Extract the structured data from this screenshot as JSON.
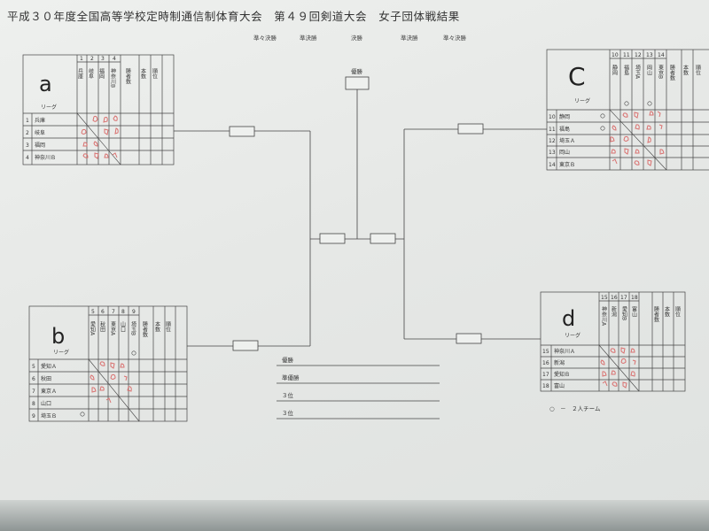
{
  "title": "平成３０年度全国高等学校定時制通信制体育大会　第４９回剣道大会　女子団体戦結果",
  "rounds": [
    "準々決勝",
    "準決勝",
    "決勝",
    "準決勝",
    "準々決勝"
  ],
  "final_label": "優勝",
  "league_label": "リーグ",
  "score_headers": [
    "勝者数",
    "本数",
    "順位"
  ],
  "leagues": {
    "a": {
      "letter": "a",
      "teams": [
        {
          "no": "1",
          "name": "兵庫",
          "vname": "兵庫"
        },
        {
          "no": "2",
          "name": "岐阜",
          "vname": "岐阜"
        },
        {
          "no": "3",
          "name": "福岡",
          "vname": "福岡"
        },
        {
          "no": "4",
          "name": "神奈川Ｂ",
          "vname": "神奈川B"
        }
      ]
    },
    "b": {
      "letter": "b",
      "teams": [
        {
          "no": "5",
          "name": "愛知Ａ",
          "vname": "愛知A"
        },
        {
          "no": "6",
          "name": "秋田",
          "vname": "秋田"
        },
        {
          "no": "7",
          "name": "東京Ａ",
          "vname": "東京A"
        },
        {
          "no": "8",
          "name": "山口",
          "vname": "山口"
        },
        {
          "no": "9",
          "name": "埼玉Ｂ",
          "vname": "埼玉B"
        }
      ]
    },
    "c": {
      "letter": "C",
      "teams": [
        {
          "no": "10",
          "name": "静岡",
          "vname": "静岡"
        },
        {
          "no": "11",
          "name": "福島",
          "vname": "福島"
        },
        {
          "no": "12",
          "name": "埼玉Ａ",
          "vname": "埼玉A"
        },
        {
          "no": "13",
          "name": "岡山",
          "vname": "岡山"
        },
        {
          "no": "14",
          "name": "東京Ｂ",
          "vname": "東京B"
        }
      ]
    },
    "d": {
      "letter": "d",
      "teams": [
        {
          "no": "15",
          "name": "神奈川Ａ",
          "vname": "神奈川A"
        },
        {
          "no": "16",
          "name": "新潟",
          "vname": "新潟"
        },
        {
          "no": "17",
          "name": "愛知Ｂ",
          "vname": "愛知B"
        },
        {
          "no": "18",
          "name": "富山",
          "vname": "富山"
        }
      ]
    }
  },
  "results": [
    "優勝",
    "準優勝",
    "３位",
    "３位"
  ],
  "legend": "○　－　２人チーム"
}
